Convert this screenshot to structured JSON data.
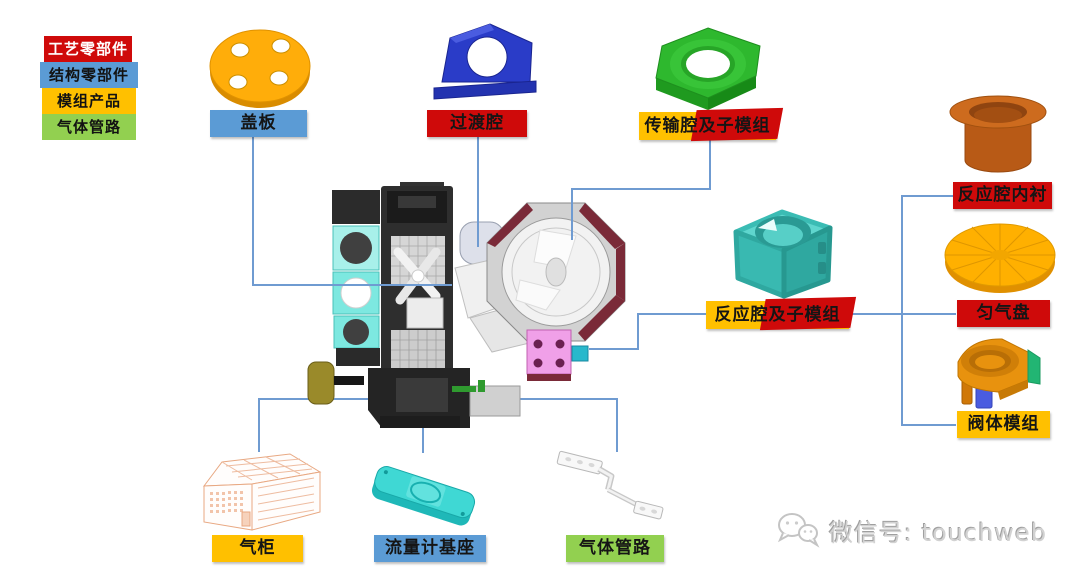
{
  "legend": {
    "items": [
      {
        "id": "process-parts",
        "label": "工艺零部件",
        "bg": "#cf0a0a",
        "text_color": "#ffffff"
      },
      {
        "id": "structural-parts",
        "label": "结构零部件",
        "bg": "#5b9bd5",
        "text_color": "#121212"
      },
      {
        "id": "module-products",
        "label": "模组产品",
        "bg": "#ffc000",
        "text_color": "#121212"
      },
      {
        "id": "gas-piping",
        "label": "气体管路",
        "bg": "#92d050",
        "text_color": "#121212"
      }
    ]
  },
  "labels": {
    "cover_plate": {
      "label": "盖板",
      "category": "structural-parts"
    },
    "transition_chamber": {
      "label": "过渡腔",
      "category": "process-parts"
    },
    "transfer_chamber": {
      "label": "传输腔及子模组",
      "category": "module-products+process-parts"
    },
    "chamber_liner": {
      "label": "反应腔内衬",
      "category": "process-parts"
    },
    "gas_distribution_plate": {
      "label": "匀气盘",
      "category": "process-parts"
    },
    "reaction_chamber": {
      "label": "反应腔及子模组",
      "category": "module-products+process-parts"
    },
    "valve_module": {
      "label": "阀体模组",
      "category": "module-products"
    },
    "gas_cabinet": {
      "label": "气柜",
      "category": "module-products"
    },
    "flowmeter_base": {
      "label": "流量计基座",
      "category": "structural-parts"
    },
    "gas_pipeline": {
      "label": "气体管路",
      "category": "gas-piping"
    }
  },
  "watermark": {
    "icon": "wechat-icon",
    "text": "微信号: touchweb"
  },
  "colors": {
    "label_red": "#cf0a0a",
    "label_blue": "#5b9bd5",
    "label_yellow": "#ffc000",
    "label_green": "#92d050",
    "connector": "#6f9bd1",
    "part_orange": "#ffad0a",
    "part_blue": "#2a3cc8",
    "part_green": "#2eb82e",
    "part_teal": "#39b9b1",
    "part_terracotta": "#c9631c"
  }
}
